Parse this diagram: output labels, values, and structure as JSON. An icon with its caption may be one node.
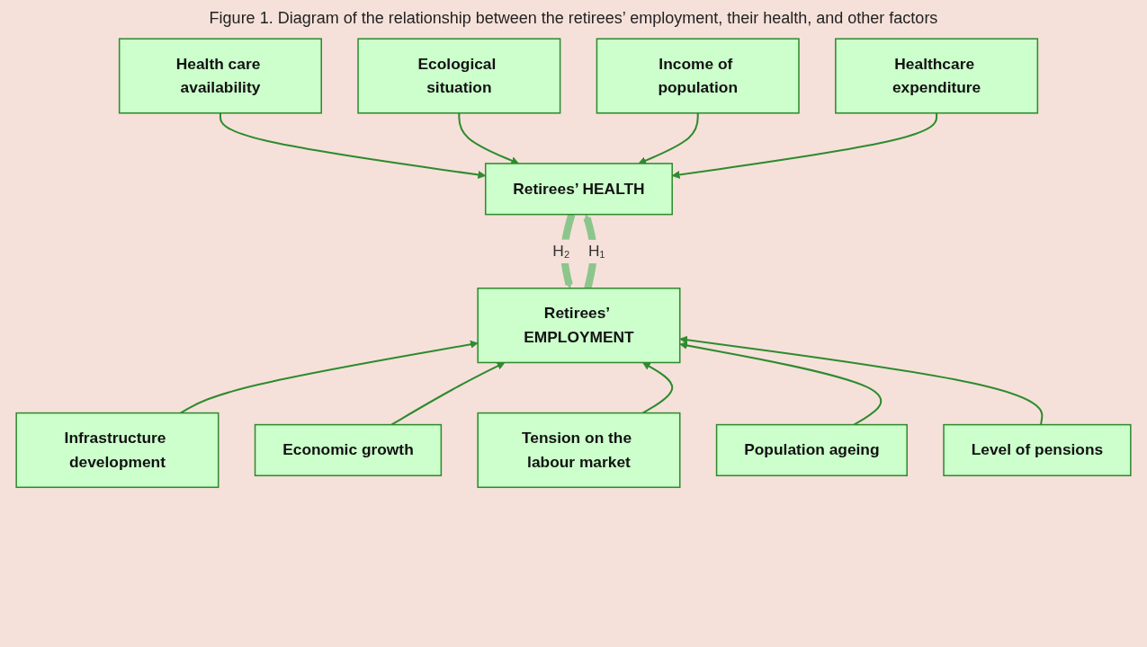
{
  "diagram": {
    "title": "Figure 1. Diagram of the relationship between the retirees’ employment, their health, and other factors",
    "nodes": [
      {
        "text": [
          "Health care availability"
        ]
      },
      {
        "text": [
          "Ecological situation"
        ]
      },
      {
        "text": [
          "Income of population"
        ]
      },
      {
        "text": [
          "Healthcare expenditure"
        ]
      },
      {
        "text": [
          "Retirees’ HEALTH"
        ]
      },
      {
        "text": [
          "Retirees’ EMPLOYMENT"
        ]
      },
      {
        "text": [
          "Infrastructure development"
        ]
      },
      {
        "text": [
          "Economic growth"
        ]
      },
      {
        "text": [
          "Tension on the labour market"
        ]
      },
      {
        "text": [
          "Population ageing"
        ]
      },
      {
        "text": [
          "Level of pensions"
        ]
      }
    ],
    "edges": [
      {
        "from": 0,
        "to": 4,
        "arrow": "to"
      },
      {
        "from": 1,
        "to": 4,
        "arrow": "to"
      },
      {
        "from": 2,
        "to": 4,
        "arrow": "to"
      },
      {
        "from": 3,
        "to": 4,
        "arrow": "to"
      },
      {
        "from": 5,
        "to": 4,
        "arrow": "to",
        "label": "H₁",
        "style": "thick",
        "color": "#8cc68c"
      },
      {
        "from": 4,
        "to": 5,
        "arrow": "to",
        "label": "H₂",
        "style": "thick",
        "color": "#8cc68c"
      },
      {
        "from": 6,
        "to": 5,
        "arrow": "to"
      },
      {
        "from": 7,
        "to": 5,
        "arrow": "to"
      },
      {
        "from": 8,
        "to": 5,
        "arrow": "to"
      },
      {
        "from": 9,
        "to": 5,
        "arrow": "to"
      },
      {
        "from": 10,
        "to": 5,
        "arrow": "to"
      }
    ]
  }
}
